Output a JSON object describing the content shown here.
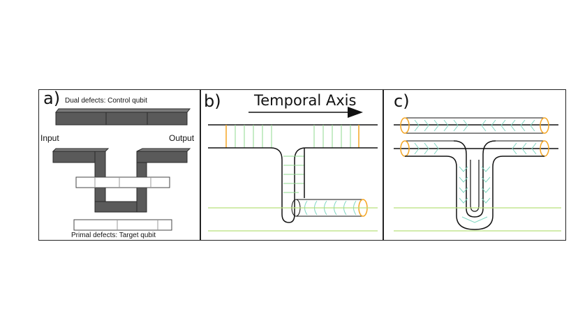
{
  "panels": {
    "a": {
      "label": "a)",
      "top_caption": "Dual defects: Control qubit",
      "bottom_caption": "Primal defects: Target qubit",
      "input_label": "Input",
      "output_label": "Output"
    },
    "b": {
      "label": "b)",
      "axis_title": "Temporal Axis"
    },
    "c": {
      "label": "c)"
    }
  },
  "colors": {
    "dual_defect": "#555555",
    "primal_defect": "#ffffff",
    "orange": "#f5a623",
    "green": "#8fd98f",
    "teal": "#7fd6c2",
    "line": "#111111"
  }
}
